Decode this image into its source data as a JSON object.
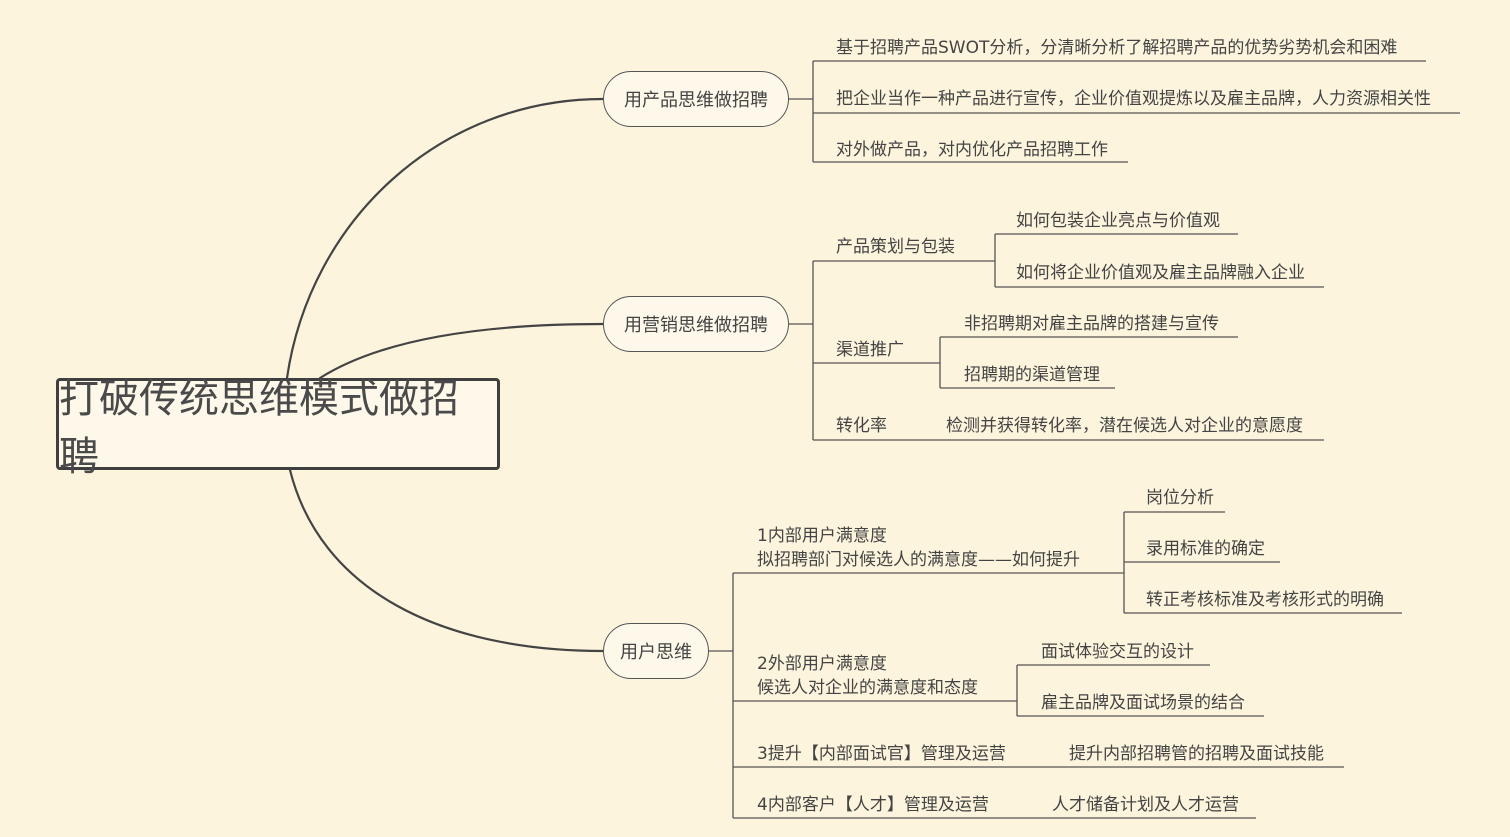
{
  "root": "打破传统思维模式做招聘",
  "branches": [
    {
      "label": "用产品思维做招聘",
      "items": [
        "基于招聘产品SWOT分析，分清晰分析了解招聘产品的优势劣势机会和困难",
        "把企业当作一种产品进行宣传，企业价值观提炼以及雇主品牌，人力资源相关性",
        "对外做产品，对内优化产品招聘工作"
      ]
    },
    {
      "label": "用营销思维做招聘",
      "groups": [
        {
          "label": "产品策划与包装",
          "items": [
            "如何包装企业亮点与价值观",
            "如何将企业价值观及雇主品牌融入企业"
          ]
        },
        {
          "label": "渠道推广",
          "items": [
            "非招聘期对雇主品牌的搭建与宣传",
            "招聘期的渠道管理"
          ]
        },
        {
          "label": "转化率",
          "items": [
            "检测并获得转化率，潜在候选人对企业的意愿度"
          ]
        }
      ]
    },
    {
      "label": "用户思维",
      "groups": [
        {
          "label": "1内部用户满意度",
          "label2": "拟招聘部门对候选人的满意度——如何提升",
          "items": [
            "岗位分析",
            "录用标准的确定",
            "转正考核标准及考核形式的明确"
          ]
        },
        {
          "label": "2外部用户满意度",
          "label2": "候选人对企业的满意度和态度",
          "items": [
            "面试体验交互的设计",
            "雇主品牌及面试场景的结合"
          ]
        },
        {
          "label": "3提升【内部面试官】管理及运营",
          "items": [
            "提升内部招聘管的招聘及面试技能"
          ]
        },
        {
          "label": "4内部客户【人才】管理及运营",
          "items": [
            "人才储备计划及人才运营"
          ]
        }
      ]
    }
  ]
}
